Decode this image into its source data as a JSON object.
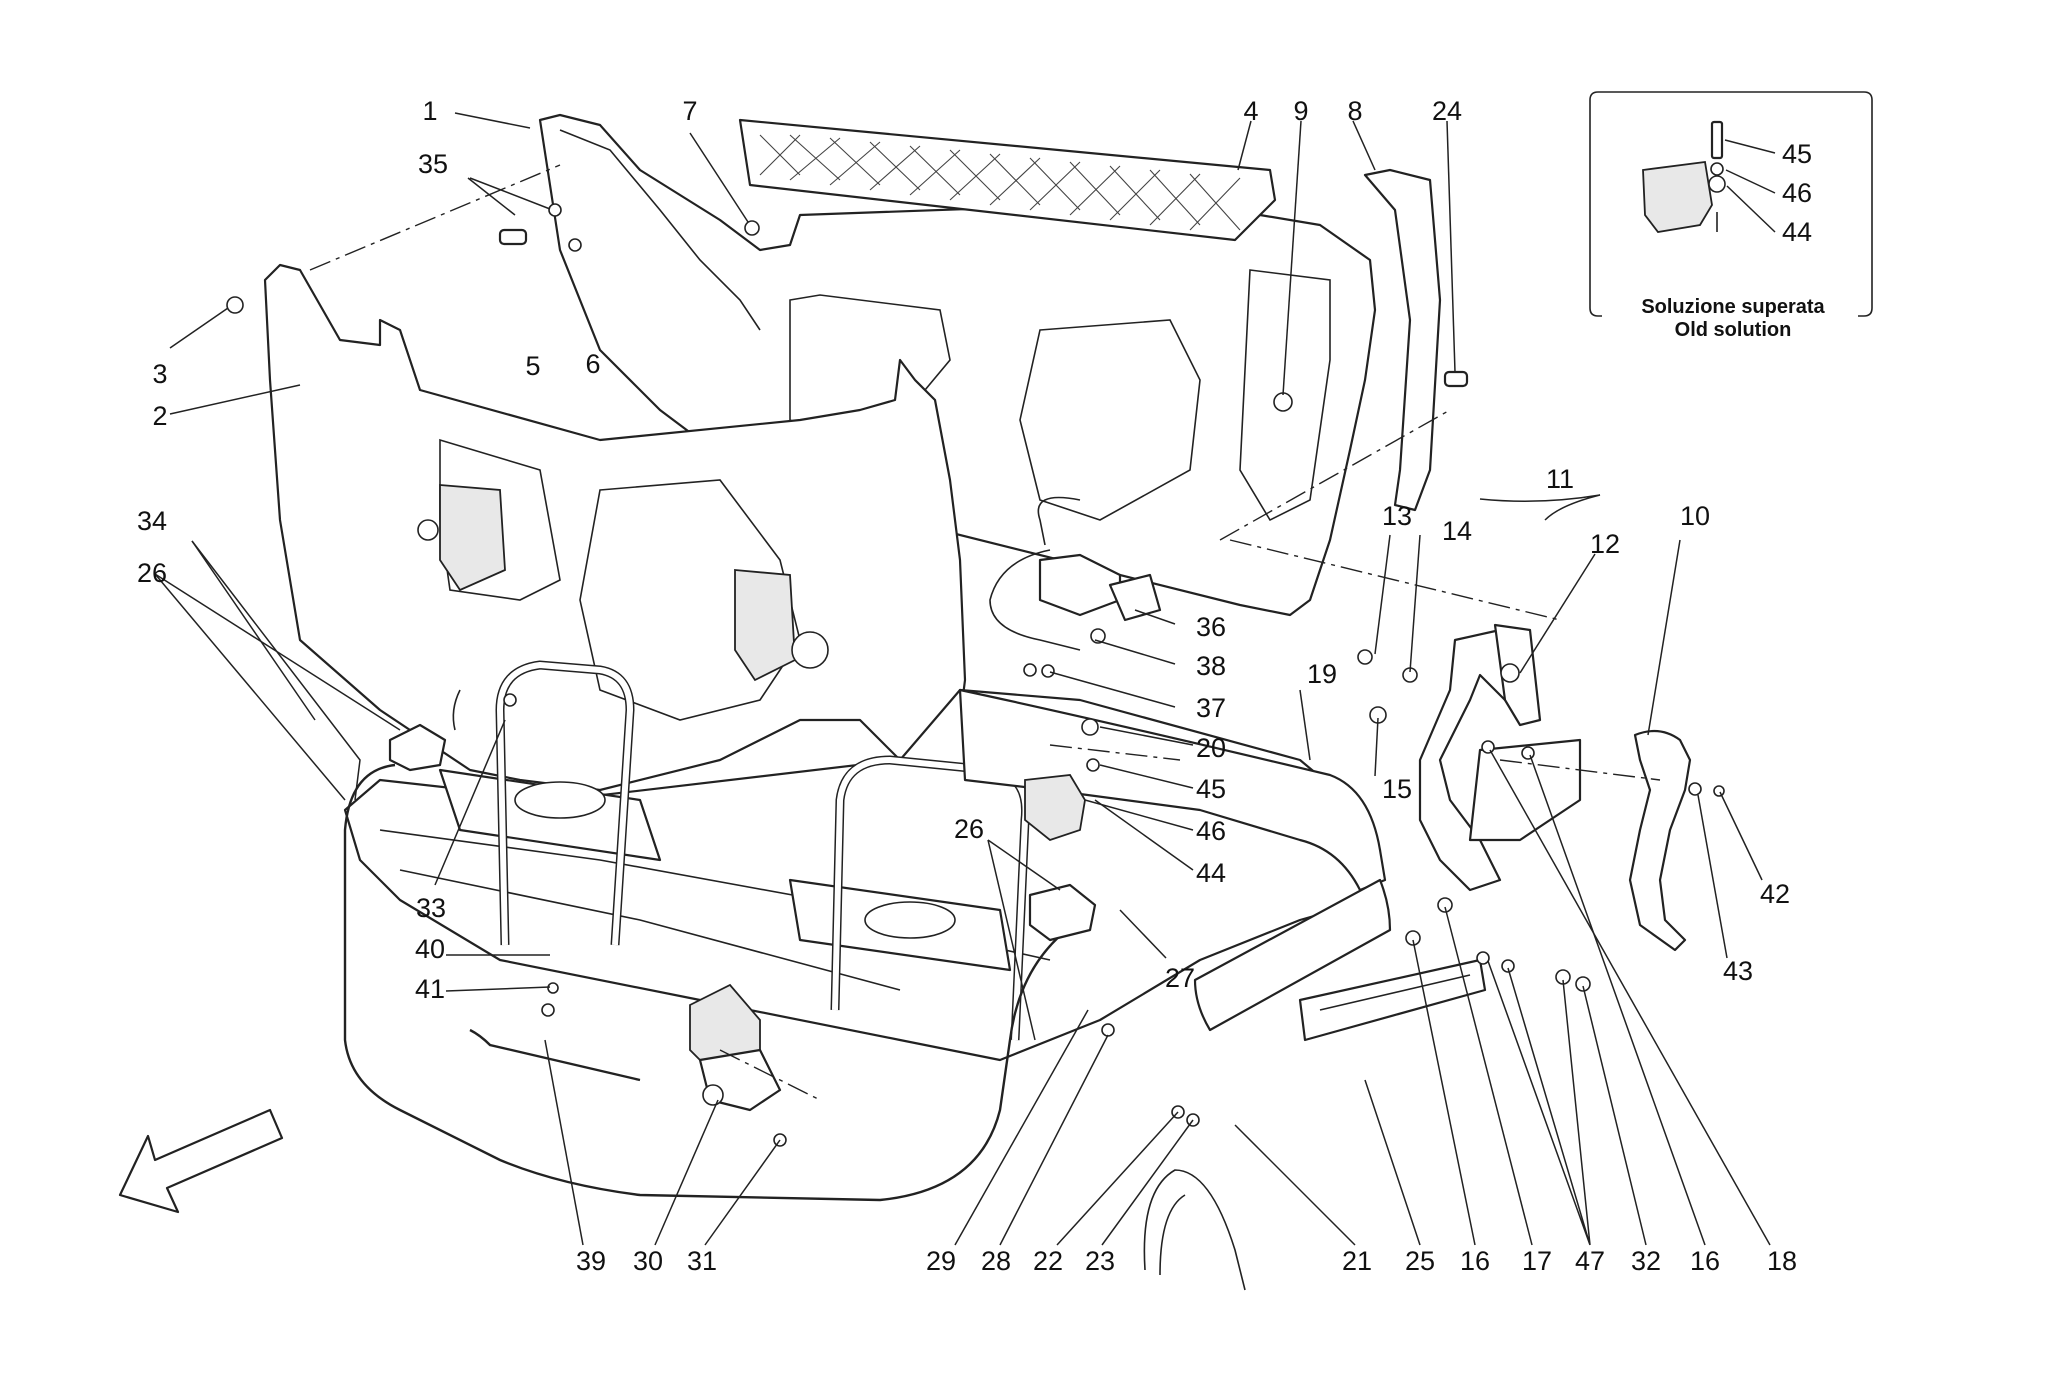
{
  "diagram": {
    "callouts": [
      {
        "id": "c1",
        "label": "1"
      },
      {
        "id": "c35",
        "label": "35"
      },
      {
        "id": "c7",
        "label": "7"
      },
      {
        "id": "c4",
        "label": "4"
      },
      {
        "id": "c9",
        "label": "9"
      },
      {
        "id": "c8",
        "label": "8"
      },
      {
        "id": "c24",
        "label": "24"
      },
      {
        "id": "c3",
        "label": "3"
      },
      {
        "id": "c2",
        "label": "2"
      },
      {
        "id": "c5",
        "label": "5"
      },
      {
        "id": "c6",
        "label": "6"
      },
      {
        "id": "c34",
        "label": "34"
      },
      {
        "id": "c26a",
        "label": "26"
      },
      {
        "id": "c11",
        "label": "11"
      },
      {
        "id": "c13",
        "label": "13"
      },
      {
        "id": "c14",
        "label": "14"
      },
      {
        "id": "c12",
        "label": "12"
      },
      {
        "id": "c10",
        "label": "10"
      },
      {
        "id": "c36",
        "label": "36"
      },
      {
        "id": "c38",
        "label": "38"
      },
      {
        "id": "c37",
        "label": "37"
      },
      {
        "id": "c19",
        "label": "19"
      },
      {
        "id": "c20",
        "label": "20"
      },
      {
        "id": "c15",
        "label": "15"
      },
      {
        "id": "c45b",
        "label": "45"
      },
      {
        "id": "c46b",
        "label": "46"
      },
      {
        "id": "c44b",
        "label": "44"
      },
      {
        "id": "c26b",
        "label": "26"
      },
      {
        "id": "c33",
        "label": "33"
      },
      {
        "id": "c40",
        "label": "40"
      },
      {
        "id": "c41",
        "label": "41"
      },
      {
        "id": "c27",
        "label": "27"
      },
      {
        "id": "c42",
        "label": "42"
      },
      {
        "id": "c43",
        "label": "43"
      },
      {
        "id": "c39",
        "label": "39"
      },
      {
        "id": "c30",
        "label": "30"
      },
      {
        "id": "c31",
        "label": "31"
      },
      {
        "id": "c29",
        "label": "29"
      },
      {
        "id": "c28",
        "label": "28"
      },
      {
        "id": "c22",
        "label": "22"
      },
      {
        "id": "c23",
        "label": "23"
      },
      {
        "id": "c21",
        "label": "21"
      },
      {
        "id": "c25",
        "label": "25"
      },
      {
        "id": "c16a",
        "label": "16"
      },
      {
        "id": "c17",
        "label": "17"
      },
      {
        "id": "c47",
        "label": "47"
      },
      {
        "id": "c32",
        "label": "32"
      },
      {
        "id": "c16b",
        "label": "16"
      },
      {
        "id": "c18",
        "label": "18"
      }
    ],
    "inset": {
      "title_line1": "Soluzione superata",
      "title_line2": "Old solution",
      "callouts": [
        {
          "id": "i45",
          "label": "45"
        },
        {
          "id": "i46",
          "label": "46"
        },
        {
          "id": "i44",
          "label": "44"
        }
      ]
    }
  }
}
